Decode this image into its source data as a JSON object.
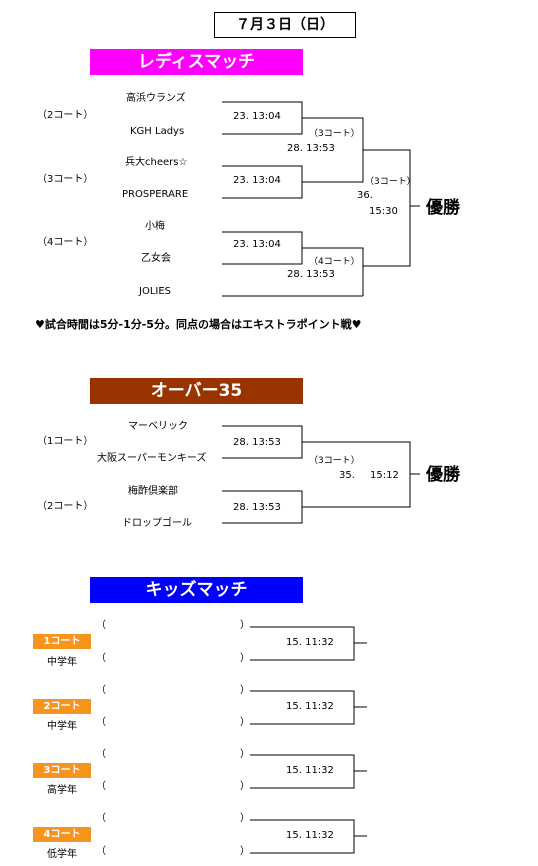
{
  "date": "７月３日（日）",
  "note": "♥試合時間は5分-1分-5分。同点の場合はエキストラポイント戦♥",
  "ladies": {
    "header": "レディスマッチ",
    "header_color": "#ff00ff",
    "teams": [
      "高浜ウランズ",
      "KGH Ladys",
      "兵大cheers☆",
      "PROSPERARE",
      "小梅",
      "乙女会",
      "JOLIES"
    ],
    "courts": [
      "（2コート）",
      "（3コート）",
      "（4コート）"
    ],
    "r1_times": [
      "23. 13:04",
      "23. 13:04",
      "23. 13:04"
    ],
    "semi_courts": [
      "（3コート）",
      "（4コート）"
    ],
    "semi_times": [
      "28. 13:53",
      "28. 13:53"
    ],
    "final_court": "（3コート）",
    "final_num": "36.",
    "final_time": "15:30",
    "winner": "優勝"
  },
  "over35": {
    "header": "オーバー35",
    "header_color": "#993300",
    "teams": [
      "マーベリック",
      "大阪スーパーモンキーズ",
      "梅酢倶楽部",
      "ドロップゴール"
    ],
    "courts": [
      "（1コート）",
      "（2コート）"
    ],
    "r1_times": [
      "28. 13:53",
      "28. 13:53"
    ],
    "final_court": "（3コート）",
    "final_num": "35.",
    "final_time": "15:12",
    "winner": "優勝"
  },
  "kids": {
    "header": "キッズマッチ",
    "header_color": "#0000ff",
    "paren_open": "（",
    "paren_close": "）",
    "matches": [
      {
        "court": "1コート",
        "grade": "中学年",
        "time": "15. 11:32"
      },
      {
        "court": "2コート",
        "grade": "中学年",
        "time": "15. 11:32"
      },
      {
        "court": "3コート",
        "grade": "高学年",
        "time": "15. 11:32"
      },
      {
        "court": "4コート",
        "grade": "低学年",
        "time": "15. 11:32"
      }
    ],
    "court_tag_color": "#f7941d"
  }
}
